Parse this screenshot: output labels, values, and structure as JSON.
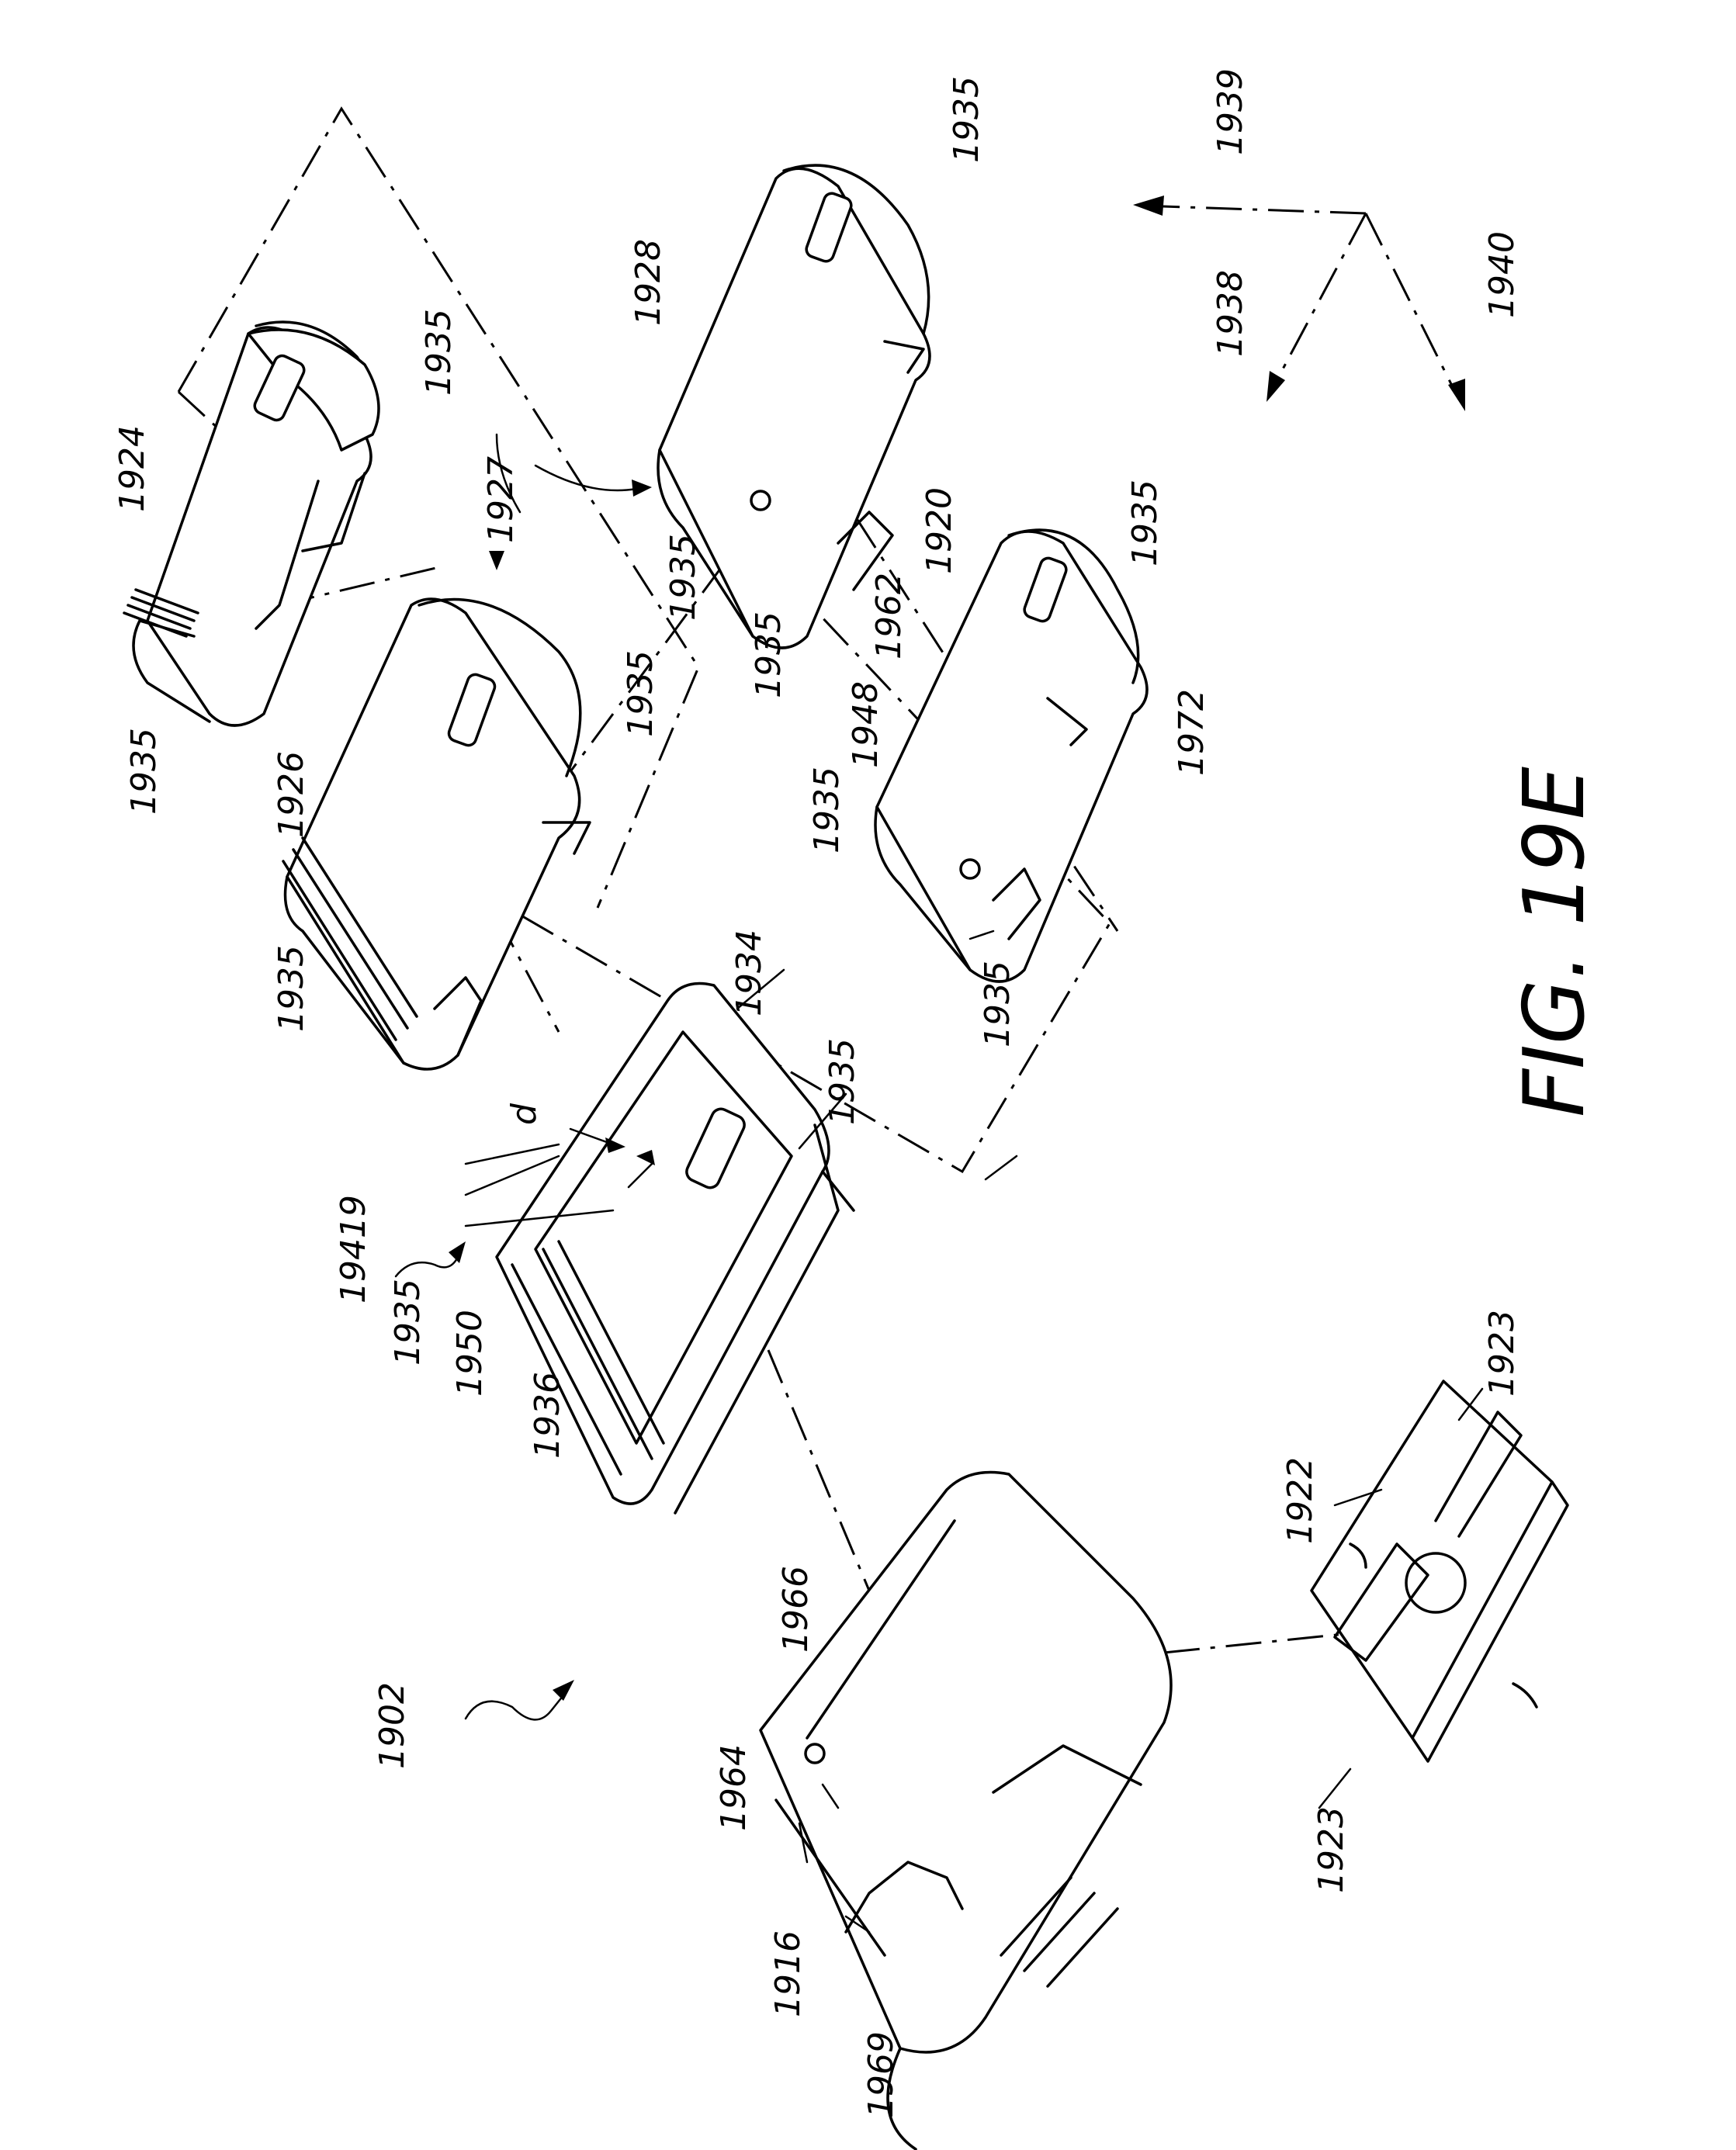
{
  "figure": {
    "title": "FIG. 19E"
  },
  "labels": {
    "l1902": "1902",
    "l19419": "19419",
    "l1916": "1916",
    "l1920": "1920",
    "l1922": "1922",
    "l1923a": "1923",
    "l1923b": "1923",
    "l1924": "1924",
    "l1926": "1926",
    "l1927": "1927",
    "l1928": "1928",
    "l1934": "1934",
    "l1935_a": "1935",
    "l1935_b": "1935",
    "l1935_c": "1935",
    "l1935_d": "1935",
    "l1935_e": "1935",
    "l1935_f": "1935",
    "l1935_g": "1935",
    "l1935_h": "1935",
    "l1935_i": "1935",
    "l1935_j": "1935",
    "l1935_k": "1935",
    "l1935_l": "1935",
    "l1936": "1936",
    "l1938": "1938",
    "l1939": "1939",
    "l1940": "1940",
    "l1948": "1948",
    "l1950": "1950",
    "l1962": "1962",
    "l1964": "1964",
    "l1966": "1966",
    "l1969": "1969",
    "l1972": "1972",
    "ld": "d"
  }
}
